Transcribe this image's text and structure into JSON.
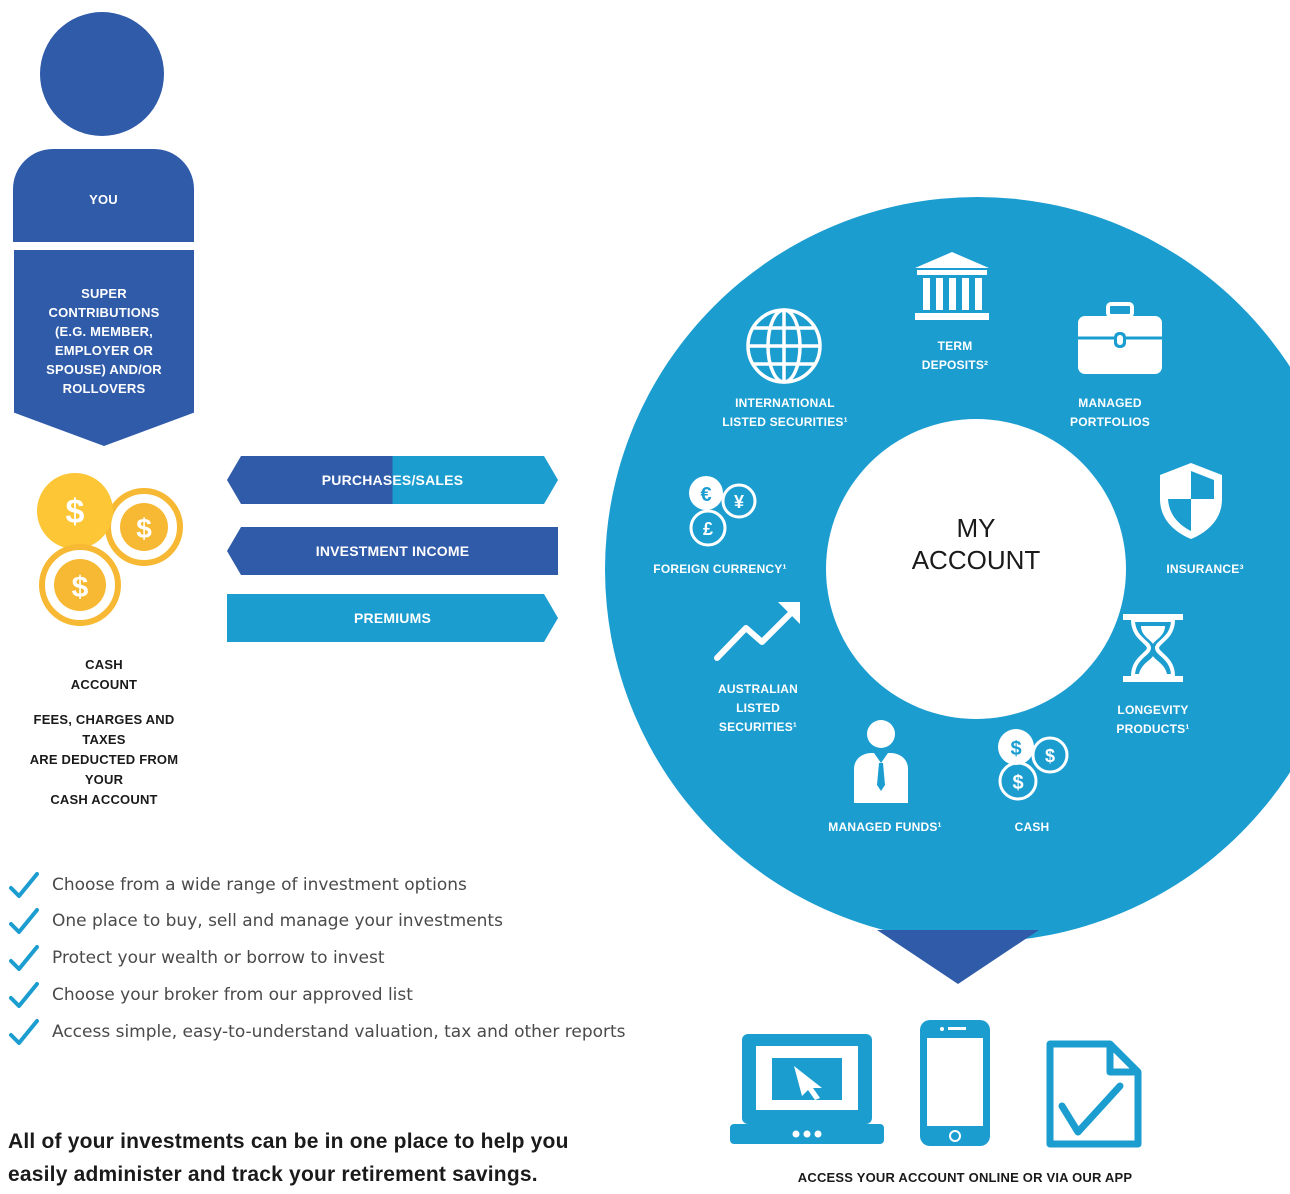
{
  "person": {
    "label": "YOU"
  },
  "contributions": {
    "text": "SUPER CONTRIBUTIONS (E.G. MEMBER, EMPLOYER OR SPOUSE) AND/OR ROLLOVERS"
  },
  "cash_account": {
    "title_line1": "CASH",
    "title_line2": "ACCOUNT",
    "fees_line1": "FEES, CHARGES AND TAXES",
    "fees_line2": "ARE DEDUCTED FROM YOUR",
    "fees_line3": "CASH ACCOUNT"
  },
  "flows": {
    "purchases": "PURCHASES/SALES",
    "income": "INVESTMENT INCOME",
    "premiums": "PREMIUMS"
  },
  "account": {
    "center_line1": "MY",
    "center_line2": "ACCOUNT",
    "segments": {
      "term_deposits": {
        "line1": "TERM",
        "line2": "DEPOSITS²",
        "icon": "bank-icon"
      },
      "managed_portfolios": {
        "line1": "MANAGED",
        "line2": "PORTFOLIOS",
        "icon": "briefcase-icon"
      },
      "insurance": {
        "line1": "INSURANCE³",
        "icon": "shield-icon"
      },
      "longevity": {
        "line1": "LONGEVITY",
        "line2": "PRODUCTS¹",
        "icon": "hourglass-icon"
      },
      "cash": {
        "line1": "CASH",
        "icon": "coins-icon"
      },
      "managed_funds": {
        "line1": "MANAGED FUNDS¹",
        "icon": "person-icon"
      },
      "australian": {
        "line1": "AUSTRALIAN",
        "line2": "LISTED",
        "line3": "SECURITIES¹",
        "icon": "trend-up-icon"
      },
      "foreign_currency": {
        "line1": "FOREIGN CURRENCY¹",
        "icon": "currency-icon",
        "sym_euro": "€",
        "sym_yen": "¥",
        "sym_pound": "£"
      },
      "international": {
        "line1": "INTERNATIONAL",
        "line2": "LISTED SECURITIES¹",
        "icon": "globe-icon"
      }
    }
  },
  "access": {
    "label": "ACCESS YOUR ACCOUNT ONLINE OR VIA OUR APP"
  },
  "benefits": [
    "Choose from a wide range of investment options",
    "One place to buy, sell and manage your investments",
    "Protect your wealth or borrow to invest",
    "Choose your broker from our approved list",
    "Access simple, easy-to-understand valuation, tax and other reports"
  ],
  "summary": {
    "line1": "All of your investments can be in one place to help you",
    "line2": "easily administer and track your retirement savings."
  },
  "colors": {
    "navy": "#2f5ba9",
    "cyan": "#1b9dd0",
    "gold": "#f7b933",
    "gold_light": "#fcc636"
  }
}
